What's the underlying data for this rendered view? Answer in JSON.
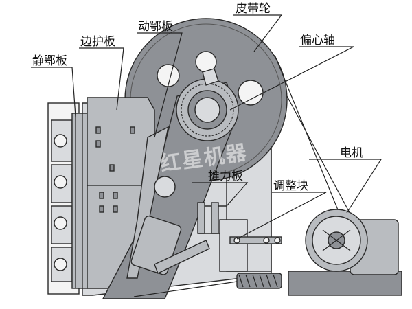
{
  "labels": {
    "pulley": "皮带轮",
    "moving_jaw": "动鄂板",
    "side_guard": "边护板",
    "eccentric_shaft": "偏心轴",
    "fixed_jaw": "静鄂板",
    "motor": "电机",
    "toggle_plate": "推力板",
    "adjust_block": "调整块"
  },
  "watermark": "红星机器",
  "colors": {
    "dark_steel": "#8e9196",
    "mid_steel": "#b9bcc0",
    "light_steel": "#d9dbde",
    "outline": "#2a2a2a"
  }
}
